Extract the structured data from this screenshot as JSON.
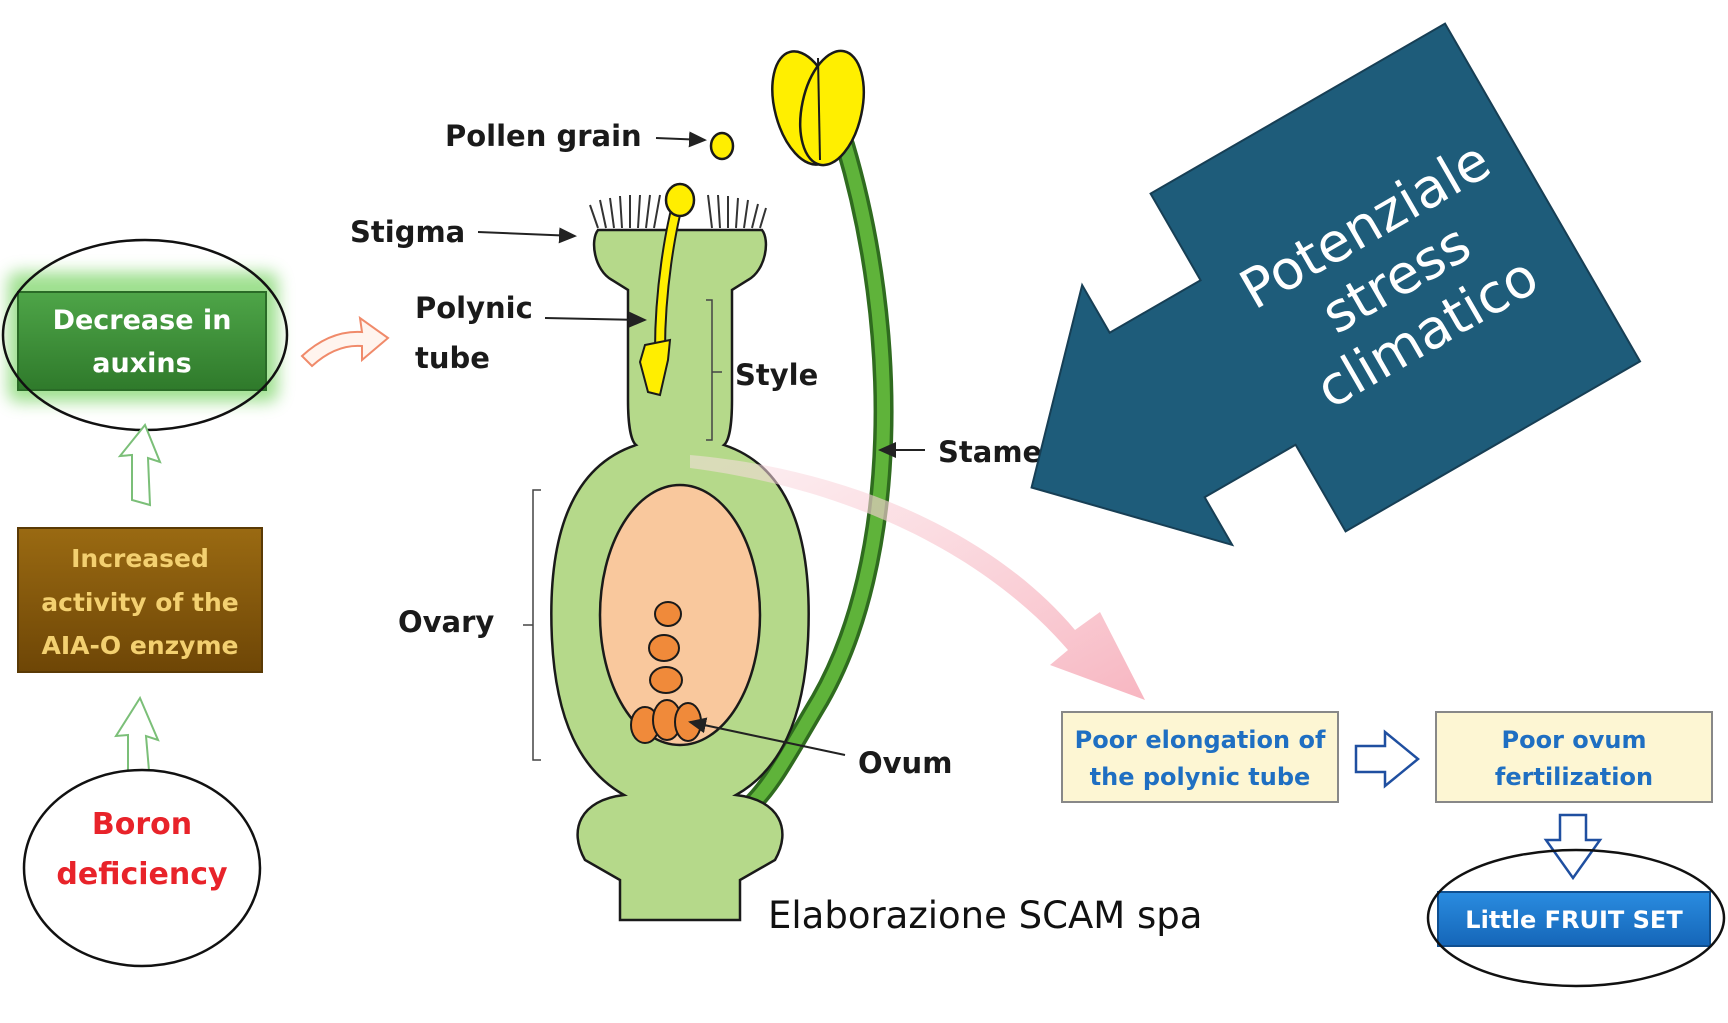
{
  "flower_labels": {
    "pollen_grain": "Pollen grain",
    "stigma": "Stigma",
    "polynic_line1": "Polynic",
    "polynic_line2": "tube",
    "style": "Style",
    "stamen": "Stamen",
    "ovary": "Ovary",
    "ovum": "Ovum"
  },
  "left_chain": {
    "decrease_line1": "Decrease in",
    "decrease_line2": "auxins",
    "increased_line1": "Increased",
    "increased_line2": "activity of the",
    "increased_line3": "AIA-O enzyme",
    "boron_line1": "Boron",
    "boron_line2": "deficiency"
  },
  "right_chain": {
    "poor_elongation_line1": "Poor elongation of",
    "poor_elongation_line2": "the polynic tube",
    "poor_ovum_line1": "Poor ovum",
    "poor_ovum_line2": "fertilization",
    "little_fruit_set": "Little FRUIT SET"
  },
  "callout": {
    "line1": "Potenziale",
    "line2": "stress",
    "line3": "climatico"
  },
  "credit": "Elaborazione SCAM spa",
  "colors": {
    "green_box": "#3f8f3a",
    "brown_box": "#8a5a0a",
    "gold_text": "#f3d070",
    "boron_red": "#e8232a",
    "cream_box": "#fdf6d3",
    "blue_text": "#1f6fc2",
    "blue_box": "#1f7fd6",
    "callout_blue": "#1e5c7a",
    "flower_green": "#b5d98a",
    "ovary_orange": "#f9c89d",
    "ovule_orange": "#f08a3a",
    "pollen_yellow": "#ffee00"
  }
}
